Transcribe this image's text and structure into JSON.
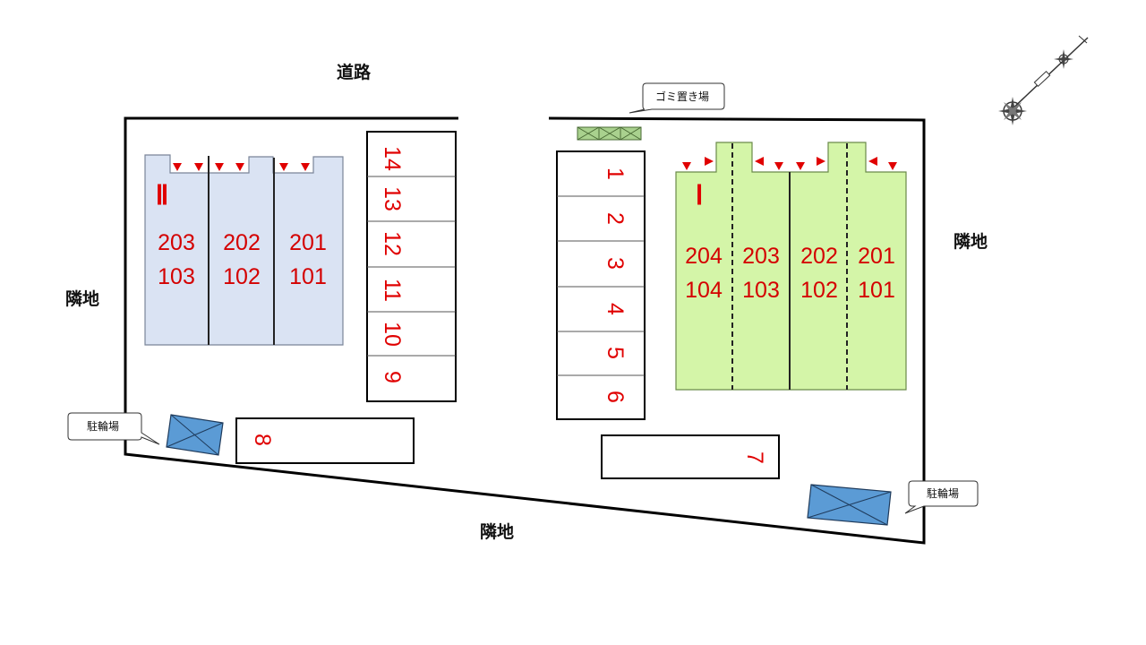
{
  "labels": {
    "road": "道路",
    "neighbor_left": "隣地",
    "neighbor_right": "隣地",
    "neighbor_bottom": "隣地"
  },
  "callouts": {
    "garbage": "ゴミ置き場",
    "bike_left": "駐輪場",
    "bike_right": "駐輪場"
  },
  "building_2": {
    "name": "Ⅱ",
    "rooms_upper": [
      "203",
      "202",
      "201"
    ],
    "rooms_lower": [
      "103",
      "102",
      "101"
    ]
  },
  "building_1": {
    "name": "Ⅰ",
    "rooms_upper": [
      "204",
      "203",
      "202",
      "201"
    ],
    "rooms_lower": [
      "104",
      "103",
      "102",
      "101"
    ]
  },
  "parking": {
    "left_column": [
      "14",
      "13",
      "12",
      "11",
      "10",
      "9"
    ],
    "right_column": [
      "1",
      "2",
      "3",
      "4",
      "5",
      "6"
    ],
    "bottom_left": "8",
    "bottom_right": "7"
  },
  "colors": {
    "building_2_fill": "#dae3f3",
    "building_1_fill": "#d4f5a8",
    "bike_fill": "#5b9bd5",
    "garbage_fill": "#a9d18e",
    "numbers": "#e00000"
  },
  "icons": {
    "compass": "compass-rose-icon"
  }
}
